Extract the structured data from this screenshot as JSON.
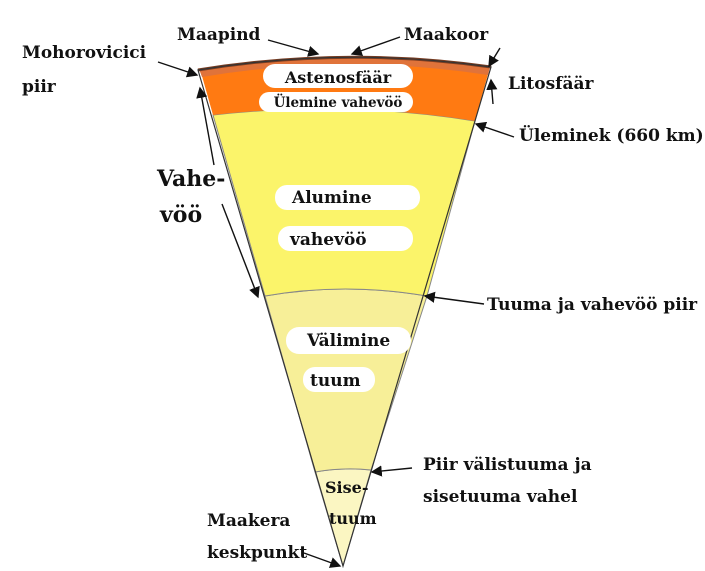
{
  "labels": {
    "maapind": "Maapind",
    "maakoor": "Maakoor",
    "mohorovicici_line1": "Mohorovicici",
    "mohorovicici_line2": "piir",
    "litosfaar": "Litosfäär",
    "astenosfaar": "Astenosfäär",
    "ulemine_vahevoo": "Ülemine vahevöö",
    "uleminek": "Üleminek (660 km)",
    "vahevoo_line1": "Vahe-",
    "vahevoo_line2": "vöö",
    "alumine_line1": "Alumine",
    "alumine_line2": "vahevöö",
    "tuuma_piir": "Tuuma ja vahevöö piir",
    "valimine_line1": "Välimine",
    "valimine_line2": "tuum",
    "piir_line1": "Piir välistuuma ja",
    "piir_line2": "sisetuuma vahel",
    "sise_line1": "Sise-",
    "sise_line2": "tuum",
    "keskpunkt_line1": "Maakera",
    "keskpunkt_line2": "keskpunkt"
  },
  "colors": {
    "crust": "#8b4a2b",
    "lithosphere": "#e0733a",
    "asthenosphere": "#ff7a12",
    "lower_mantle": "#fbf46a",
    "outer_core": "#f7ef98",
    "inner_core": "#fbf6c2",
    "outline": "#222222"
  }
}
